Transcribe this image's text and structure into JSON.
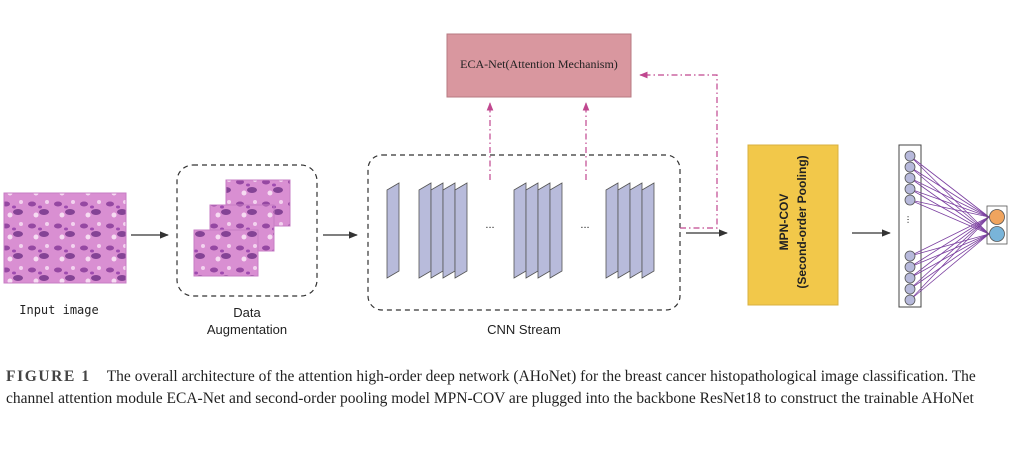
{
  "labels": {
    "input_image": "Input image",
    "data_augmentation_line1": "Data",
    "data_augmentation_line2": "Augmentation",
    "cnn_stream": "CNN Stream",
    "eca_net": "ECA-Net(Attention Mechanism)",
    "mpn_cov_line1": "MPN-COV",
    "mpn_cov_line2": "(Second-order Pooling)",
    "ellipsis": "..."
  },
  "caption": {
    "figure_label": "FIGURE 1",
    "text": "The overall architecture of the attention high-order deep network (AHoNet) for the breast cancer histopathological image classification. The channel attention module ECA-Net and second-order pooling model MPN-COV are plugged into the backbone ResNet18 to construct the trainable AHoNet"
  },
  "colors": {
    "eca_fill": "#d9979f",
    "mpn_fill": "#f2c84a",
    "layer_fill": "#b8bbdb",
    "arrow_dash": "#c0478f",
    "node_fill": "#b7b9db",
    "output_top": "#f0a45e",
    "output_bottom": "#79b4d9",
    "tissue_base": "#d88fd0"
  }
}
